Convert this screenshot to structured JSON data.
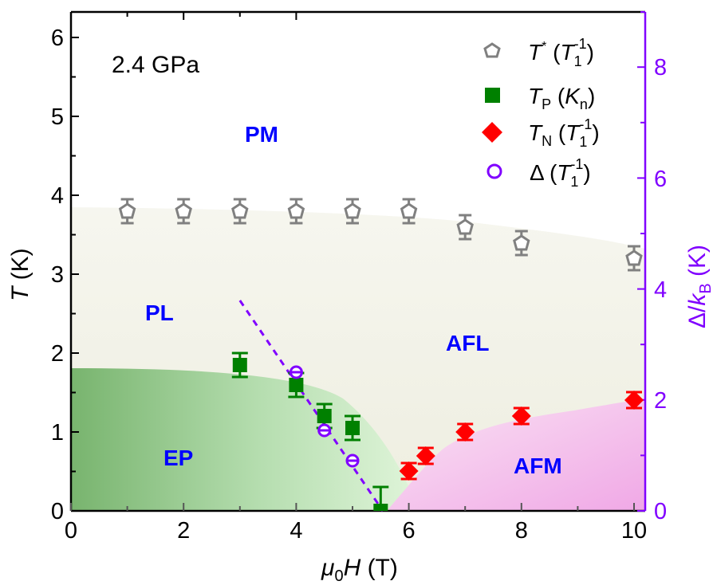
{
  "chart_data": {
    "type": "scatter",
    "title": "",
    "annotation": "2.4 GPa",
    "xlabel": "μ0H (T)",
    "ylabel": "T (K)",
    "ylabel_right": "Δ/kB (K)",
    "xlim": [
      0,
      10.2
    ],
    "ylim": [
      0,
      6.3
    ],
    "ylim_right": [
      0,
      9.0
    ],
    "xticks": [
      0,
      2,
      4,
      6,
      8,
      10
    ],
    "yticks": [
      0,
      1,
      2,
      3,
      4,
      5,
      6
    ],
    "yticks_right": [
      0,
      2,
      4,
      6,
      8
    ],
    "grid": false,
    "legend_position": "upper right",
    "series": [
      {
        "name": "T* (T1^-1)",
        "marker": "pentagon-open",
        "color": "#808080",
        "x": [
          1,
          2,
          3,
          4,
          5,
          6,
          7,
          8,
          10
        ],
        "y": [
          3.8,
          3.8,
          3.8,
          3.8,
          3.8,
          3.8,
          3.6,
          3.4,
          3.2
        ],
        "yerr": [
          0.15,
          0.15,
          0.15,
          0.15,
          0.15,
          0.15,
          0.15,
          0.15,
          0.15
        ]
      },
      {
        "name": "TP (Kn)",
        "marker": "square-filled",
        "color": "#008000",
        "x": [
          3,
          4,
          4.5,
          5,
          5.5
        ],
        "y": [
          1.85,
          1.6,
          1.2,
          1.05,
          0.0
        ],
        "yerr": [
          0.15,
          0.15,
          0.15,
          0.15,
          0.3
        ]
      },
      {
        "name": "TN (T1^-1)",
        "marker": "diamond-filled",
        "color": "#ff0000",
        "x": [
          6,
          6.3,
          7,
          8,
          10
        ],
        "y": [
          0.5,
          0.7,
          1.0,
          1.2,
          1.4
        ],
        "yerr": [
          0.1,
          0.1,
          0.1,
          0.1,
          0.1
        ]
      },
      {
        "name": "Δ (T1^-1)",
        "marker": "circle-open",
        "color": "#8000ff",
        "axis": "right",
        "x": [
          4,
          4.5,
          5
        ],
        "y": [
          2.5,
          1.45,
          0.9
        ],
        "yerr": [
          0.1,
          0.1,
          0.1
        ]
      }
    ],
    "fit_line": {
      "name": "Δ linear fit",
      "style": "dashed",
      "color": "#8000ff",
      "axis": "right",
      "x": [
        3,
        5.55
      ],
      "y": [
        3.8,
        0.0
      ]
    },
    "phase_regions": [
      {
        "label": "PM",
        "x": 3.5,
        "y": 4.8
      },
      {
        "label": "PL",
        "x": 1.65,
        "y": 2.5
      },
      {
        "label": "AFL",
        "x": 6.9,
        "y": 2.15
      },
      {
        "label": "EP",
        "x": 2.0,
        "y": 0.65
      },
      {
        "label": "AFM",
        "x": 8.6,
        "y": 0.55
      }
    ]
  },
  "labels": {
    "annotation": "2.4 GPa",
    "xlabel_mu": "μ",
    "xlabel_sub": "0",
    "xlabel_H": "H",
    "xlabel_unit": " (T)",
    "ylabel_T": "T",
    "ylabel_unit": " (K)",
    "ylabel_right_delta": "Δ/",
    "ylabel_right_k": "k",
    "ylabel_right_sub": "B",
    "ylabel_right_unit": " (K)",
    "phase_pm": "PM",
    "phase_pl": "PL",
    "phase_afl": "AFL",
    "phase_ep": "EP",
    "phase_afm": "AFM",
    "legend": {
      "l1_main": "T",
      "l1_sup": "*",
      "l1_paren_open": " (",
      "l1_T": "T",
      "l1_sub": "1",
      "l1_supn": "-1",
      "l1_close": ")",
      "l2_main": "T",
      "l2_sub": "P",
      "l2_paren_open": " (",
      "l2_K": "K",
      "l2_ksub": "n",
      "l2_close": ")",
      "l3_main": "T",
      "l3_sub": "N",
      "l3_paren_open": " (",
      "l3_T": "T",
      "l3_tsub": "1",
      "l3_supn": "-1",
      "l3_close": ")",
      "l4_main": "Δ",
      "l4_paren_open": " (",
      "l4_T": "T",
      "l4_tsub": "1",
      "l4_supn": "-1",
      "l4_close": ")"
    },
    "xticks": [
      "0",
      "2",
      "4",
      "6",
      "8",
      "10"
    ],
    "yticks": [
      "0",
      "1",
      "2",
      "3",
      "4",
      "5",
      "6"
    ],
    "yticks_right": [
      "0",
      "2",
      "4",
      "6",
      "8"
    ]
  }
}
